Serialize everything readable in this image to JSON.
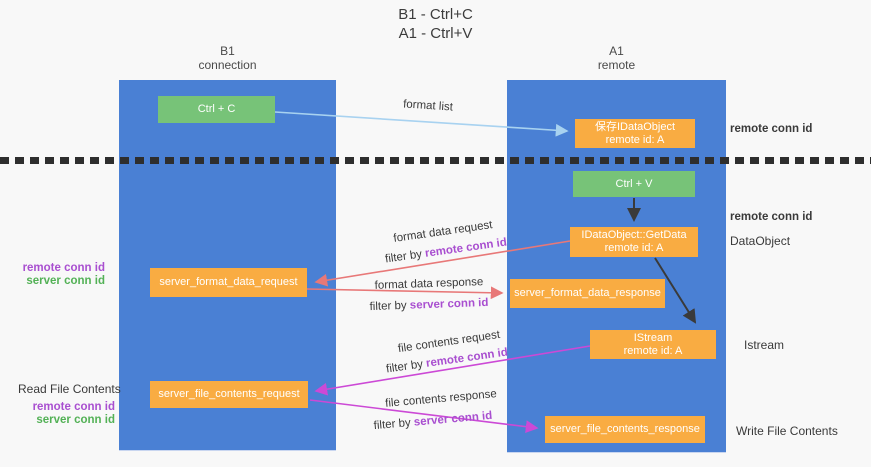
{
  "title": {
    "line1": "B1 - Ctrl+C",
    "line2": "A1 - Ctrl+V"
  },
  "lanes": {
    "left": {
      "title": "B1",
      "subtitle": "connection"
    },
    "right": {
      "title": "A1",
      "subtitle": "remote"
    }
  },
  "nodes": {
    "ctrl_c": {
      "label": "Ctrl + C"
    },
    "ctrl_v": {
      "label": "Ctrl + V"
    },
    "save_dataobject": {
      "line1": "保存IDataObject",
      "line2": "remote id: A"
    },
    "getdata": {
      "line1": "IDataObject::GetData",
      "line2": "remote id: A"
    },
    "istream": {
      "line1": "IStream",
      "line2": "remote id: A"
    },
    "server_format_data_request": {
      "label": "server_format_data_request"
    },
    "server_format_data_response": {
      "label": "server_format_data_response"
    },
    "server_file_contents_request": {
      "label": "server_file_contents_request"
    },
    "server_file_contents_response": {
      "label": "server_file_contents_response"
    }
  },
  "arrows": {
    "format_list": {
      "label": "format list"
    },
    "format_data_request": {
      "label": "format data request",
      "filter_prefix": "filter by ",
      "filter_value": "remote conn id"
    },
    "format_data_response": {
      "label": "format data response",
      "filter_prefix": "filter by ",
      "filter_value": "server conn id"
    },
    "file_contents_request": {
      "label": "file contents request",
      "filter_prefix": "filter by ",
      "filter_value": "remote conn id"
    },
    "file_contents_response": {
      "label": "file contents response",
      "filter_prefix": "filter by ",
      "filter_value": "server conn id"
    }
  },
  "annotations": {
    "remote_conn_id_top": "remote conn id",
    "remote_conn_id_mid": "remote conn id",
    "dataobject": "DataObject",
    "istream": "Istream",
    "write_file_contents": "Write File Contents",
    "read_file_contents": "Read File Contents",
    "left_pair1": {
      "remote": "remote conn id",
      "server": "server conn id"
    },
    "left_pair2": {
      "remote": "remote conn id",
      "server": "server conn id"
    }
  },
  "colors": {
    "lane_blue": "#4a80d4",
    "node_green": "#77c378",
    "node_orange": "#f9ac42",
    "arrow_red": "#e87878",
    "arrow_magenta": "#cc49d6",
    "arrow_lightblue": "#a8d2f0",
    "arrow_black": "#3a3a3a",
    "text_purple": "#a94fd0",
    "text_green": "#53b156"
  }
}
